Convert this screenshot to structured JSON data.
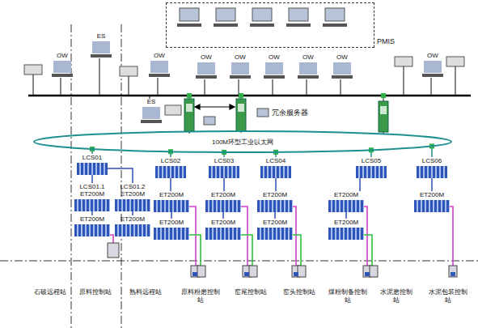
{
  "diagram": {
    "nodes": [
      {
        "text": [
          "PMIS"
        ]
      },
      {
        "text": [
          "OW"
        ]
      },
      {
        "text": [
          "ES"
        ]
      },
      {
        "text": [
          "OW"
        ]
      },
      {
        "text": [
          "OW"
        ]
      },
      {
        "text": [
          "OW"
        ]
      },
      {
        "text": [
          "OW"
        ]
      },
      {
        "text": [
          "OW"
        ]
      },
      {
        "text": [
          "OW"
        ]
      },
      {
        "text": [
          "OW"
        ]
      },
      {
        "text": [
          "ES"
        ]
      },
      {
        "text": [
          "100M环型工业以太网"
        ]
      },
      {
        "text": [
          "LCS01"
        ]
      },
      {
        "text": [
          "LCS01.1",
          "ET200M"
        ]
      },
      {
        "text": [
          "ET200M"
        ]
      },
      {
        "text": [
          "LCS01.2",
          "ET200M"
        ]
      },
      {
        "text": [
          "ET200M"
        ]
      },
      {
        "text": [
          "LCS02"
        ]
      },
      {
        "text": [
          "ET200M"
        ]
      },
      {
        "text": [
          "ET200M"
        ]
      },
      {
        "text": [
          "LCS03"
        ]
      },
      {
        "text": [
          "ET200M"
        ]
      },
      {
        "text": [
          "ET200M"
        ]
      },
      {
        "text": [
          "LCS04"
        ]
      },
      {
        "text": [
          "ET200M"
        ]
      },
      {
        "text": [
          "ET200M"
        ]
      },
      {
        "text": [
          "LCS05"
        ]
      },
      {
        "text": [
          "ET200M"
        ]
      },
      {
        "text": [
          "ET200M"
        ]
      },
      {
        "text": [
          "LCS06"
        ]
      },
      {
        "text": [
          "ET200M"
        ]
      }
    ],
    "edges": [
      {
        "from": 12,
        "to": 11,
        "arrow": "none"
      },
      {
        "from": 17,
        "to": 11,
        "arrow": "none"
      },
      {
        "from": 20,
        "to": 11,
        "arrow": "none"
      },
      {
        "from": 23,
        "to": 11,
        "arrow": "none"
      },
      {
        "from": 26,
        "to": 11,
        "arrow": "none"
      },
      {
        "from": 29,
        "to": 11,
        "arrow": "none"
      },
      {
        "from": 13,
        "to": 12,
        "arrow": "none"
      },
      {
        "from": 14,
        "to": 13,
        "arrow": "none"
      },
      {
        "from": 15,
        "to": 12,
        "arrow": "none"
      },
      {
        "from": 16,
        "to": 15,
        "arrow": "none"
      },
      {
        "from": 18,
        "to": 17,
        "arrow": "none"
      },
      {
        "from": 19,
        "to": 18,
        "arrow": "none"
      },
      {
        "from": 21,
        "to": 20,
        "arrow": "none"
      },
      {
        "from": 22,
        "to": 21,
        "arrow": "none"
      },
      {
        "from": 24,
        "to": 23,
        "arrow": "none"
      },
      {
        "from": 25,
        "to": 24,
        "arrow": "none"
      },
      {
        "from": 27,
        "to": 26,
        "arrow": "none"
      },
      {
        "from": 28,
        "to": 27,
        "arrow": "none"
      },
      {
        "from": 30,
        "to": 29,
        "arrow": "none"
      }
    ],
    "labels": [
      "冗余服务器",
      "石破远程站",
      "原料控制站",
      "熟料远程站",
      "原料粉磨控制站",
      "窑尾控制站",
      "窑头控制站",
      "煤粉制备控制站",
      "水泥磨控制站",
      "水泥包装控制站"
    ]
  }
}
